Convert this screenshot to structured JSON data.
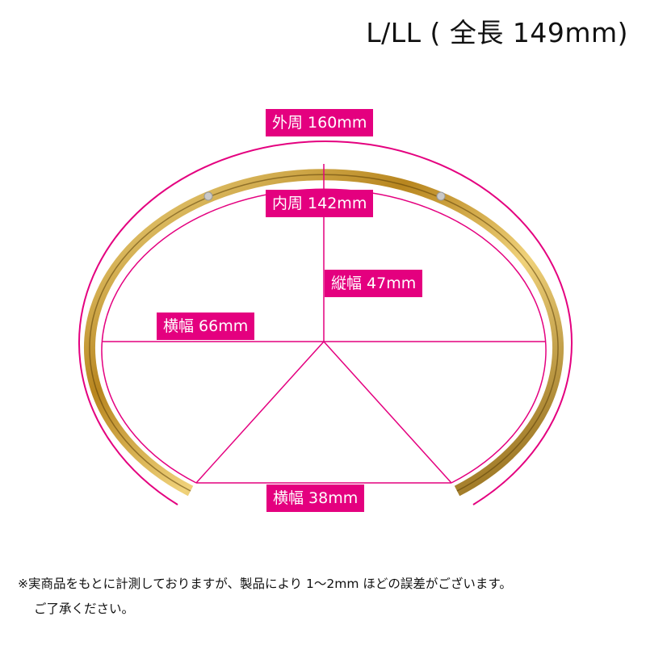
{
  "title": "L/LL ( 全長 149mm)",
  "labels": {
    "outer": "外周 160mm",
    "inner": "内周 142mm",
    "height": "縦幅 47mm",
    "width": "横幅 66mm",
    "opening": "横幅 38mm"
  },
  "note": {
    "line1": "※実商品をもとに計測しておりますが、製品により 1～2mm ほどの誤差がございます。",
    "line2": "ご了承ください。"
  },
  "colors": {
    "accent": "#e4007f",
    "gold": "#c9a13a",
    "text": "#111111"
  }
}
